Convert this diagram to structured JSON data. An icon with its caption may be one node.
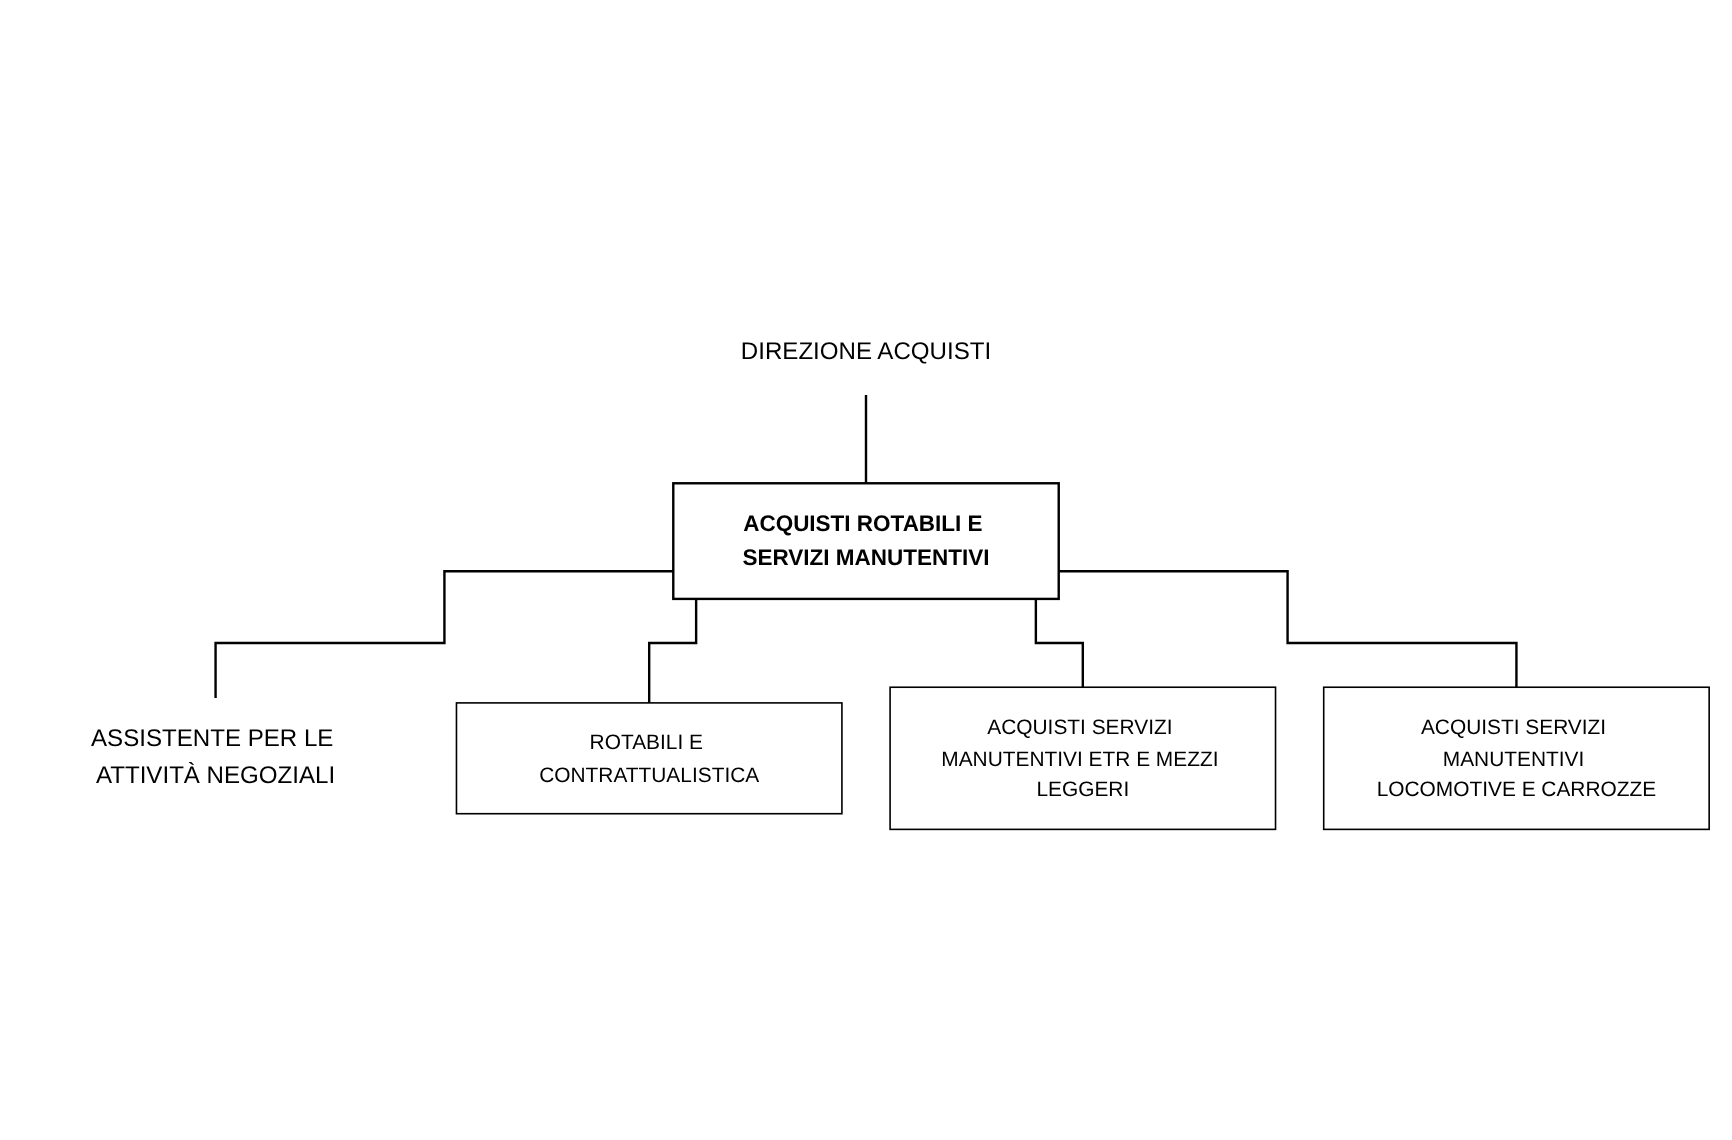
{
  "diagram": {
    "nodes": [
      {
        "text": [
          "DIREZIONE ACQUISTI"
        ]
      },
      {
        "text": [
          "ACQUISTI ROTABILI E SERVIZI MANUTENTIVI"
        ]
      },
      {
        "text": [
          "ASSISTENTE PER LE ATTIVITÀ NEGOZIALI"
        ]
      },
      {
        "text": [
          "ROTABILI E CONTRATTUALISTICA"
        ]
      },
      {
        "text": [
          "ACQUISTI SERVIZI MANUTENTIVI ETR E MEZZI LEGGERI"
        ]
      },
      {
        "text": [
          "ACQUISTI SERVIZI MANUTENTIVI LOCOMOTIVE E CARROZZE"
        ]
      }
    ],
    "edges": [
      {
        "from": 0,
        "to": 1,
        "arrow": "none"
      },
      {
        "from": 1,
        "to": 2,
        "arrow": "none"
      },
      {
        "from": 1,
        "to": 3,
        "arrow": "none"
      },
      {
        "from": 1,
        "to": 4,
        "arrow": "none"
      },
      {
        "from": 1,
        "to": 5,
        "arrow": "none"
      }
    ]
  }
}
